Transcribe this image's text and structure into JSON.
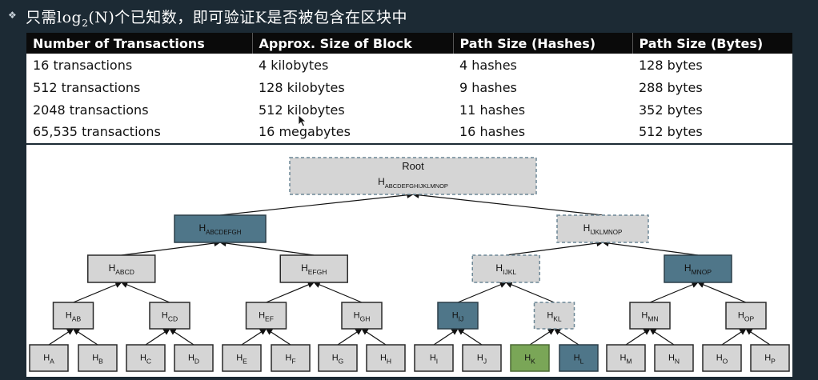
{
  "heading": {
    "bullet": "❖",
    "prefix": "只需log",
    "subscript": "2",
    "suffix": "(N)个已知数，即可验证K是否被包含在区块中"
  },
  "table": {
    "columns": [
      "Number of Transactions",
      "Approx. Size of Block",
      "Path Size (Hashes)",
      "Path Size (Bytes)"
    ],
    "rows": [
      [
        "16 transactions",
        "4 kilobytes",
        "4 hashes",
        "128 bytes"
      ],
      [
        "512 transactions",
        "128 kilobytes",
        "9 hashes",
        "288 bytes"
      ],
      [
        "2048 transactions",
        "512 kilobytes",
        "11 hashes",
        "352 bytes"
      ],
      [
        "65,535 transactions",
        "16 megabytes",
        "16 hashes",
        "512 bytes"
      ]
    ]
  },
  "colors": {
    "proof": "#4f7689",
    "target": "#7aa657",
    "normal": "#d5d5d5",
    "path": "#d5d5d5"
  },
  "tree": {
    "root": {
      "title": "Root",
      "h": "H",
      "sub": "ABCDEFGHIJKLMNOP",
      "style": "path"
    },
    "level1": [
      {
        "h": "H",
        "sub": "ABCDEFGH",
        "style": "proof"
      },
      {
        "h": "H",
        "sub": "IJKLMNOP",
        "style": "path"
      }
    ],
    "level2": [
      {
        "h": "H",
        "sub": "ABCD",
        "style": "normal"
      },
      {
        "h": "H",
        "sub": "EFGH",
        "style": "normal"
      },
      {
        "h": "H",
        "sub": "IJKL",
        "style": "path"
      },
      {
        "h": "H",
        "sub": "MNOP",
        "style": "proof"
      }
    ],
    "level3": [
      {
        "h": "H",
        "sub": "AB",
        "style": "normal"
      },
      {
        "h": "H",
        "sub": "CD",
        "style": "normal"
      },
      {
        "h": "H",
        "sub": "EF",
        "style": "normal"
      },
      {
        "h": "H",
        "sub": "GH",
        "style": "normal"
      },
      {
        "h": "H",
        "sub": "IJ",
        "style": "proof"
      },
      {
        "h": "H",
        "sub": "KL",
        "style": "path"
      },
      {
        "h": "H",
        "sub": "MN",
        "style": "normal"
      },
      {
        "h": "H",
        "sub": "OP",
        "style": "normal"
      }
    ],
    "leaves": [
      {
        "h": "H",
        "sub": "A",
        "style": "normal"
      },
      {
        "h": "H",
        "sub": "B",
        "style": "normal"
      },
      {
        "h": "H",
        "sub": "C",
        "style": "normal"
      },
      {
        "h": "H",
        "sub": "D",
        "style": "normal"
      },
      {
        "h": "H",
        "sub": "E",
        "style": "normal"
      },
      {
        "h": "H",
        "sub": "F",
        "style": "normal"
      },
      {
        "h": "H",
        "sub": "G",
        "style": "normal"
      },
      {
        "h": "H",
        "sub": "H",
        "style": "normal"
      },
      {
        "h": "H",
        "sub": "I",
        "style": "normal"
      },
      {
        "h": "H",
        "sub": "J",
        "style": "normal"
      },
      {
        "h": "H",
        "sub": "K",
        "style": "target"
      },
      {
        "h": "H",
        "sub": "L",
        "style": "proof"
      },
      {
        "h": "H",
        "sub": "M",
        "style": "normal"
      },
      {
        "h": "H",
        "sub": "N",
        "style": "normal"
      },
      {
        "h": "H",
        "sub": "O",
        "style": "normal"
      },
      {
        "h": "H",
        "sub": "P",
        "style": "normal"
      }
    ]
  }
}
